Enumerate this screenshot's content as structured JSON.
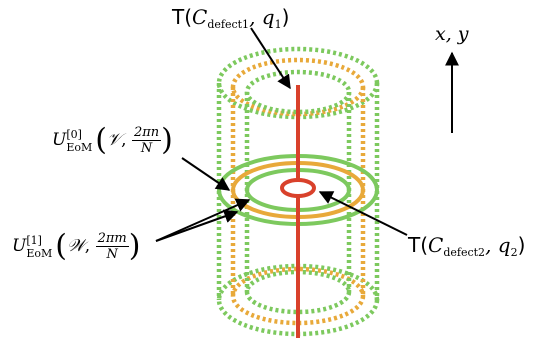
{
  "labels": {
    "defect1": {
      "op": "T(",
      "cal": "C",
      "sub": "defect1",
      "rest": ", q",
      "idx": "1",
      "close": ")"
    },
    "defect2": {
      "op": "T(",
      "cal": "C",
      "sub": "defect2",
      "rest": ", q",
      "idx": "2",
      "close": ")"
    },
    "axis": "x, y",
    "eom0": {
      "U": "U",
      "sup": "[0]",
      "sub": "EoM",
      "field": "𝒱",
      "num": "2πn",
      "den": "N"
    },
    "eom1": {
      "U": "U",
      "sup": "[1]",
      "sub": "EoM",
      "field": "𝒲",
      "num": "2πm",
      "den": "N"
    }
  },
  "colors": {
    "green": "#7dc95e",
    "orange": "#e8a93a",
    "red": "#d9412b",
    "black": "#000000"
  }
}
